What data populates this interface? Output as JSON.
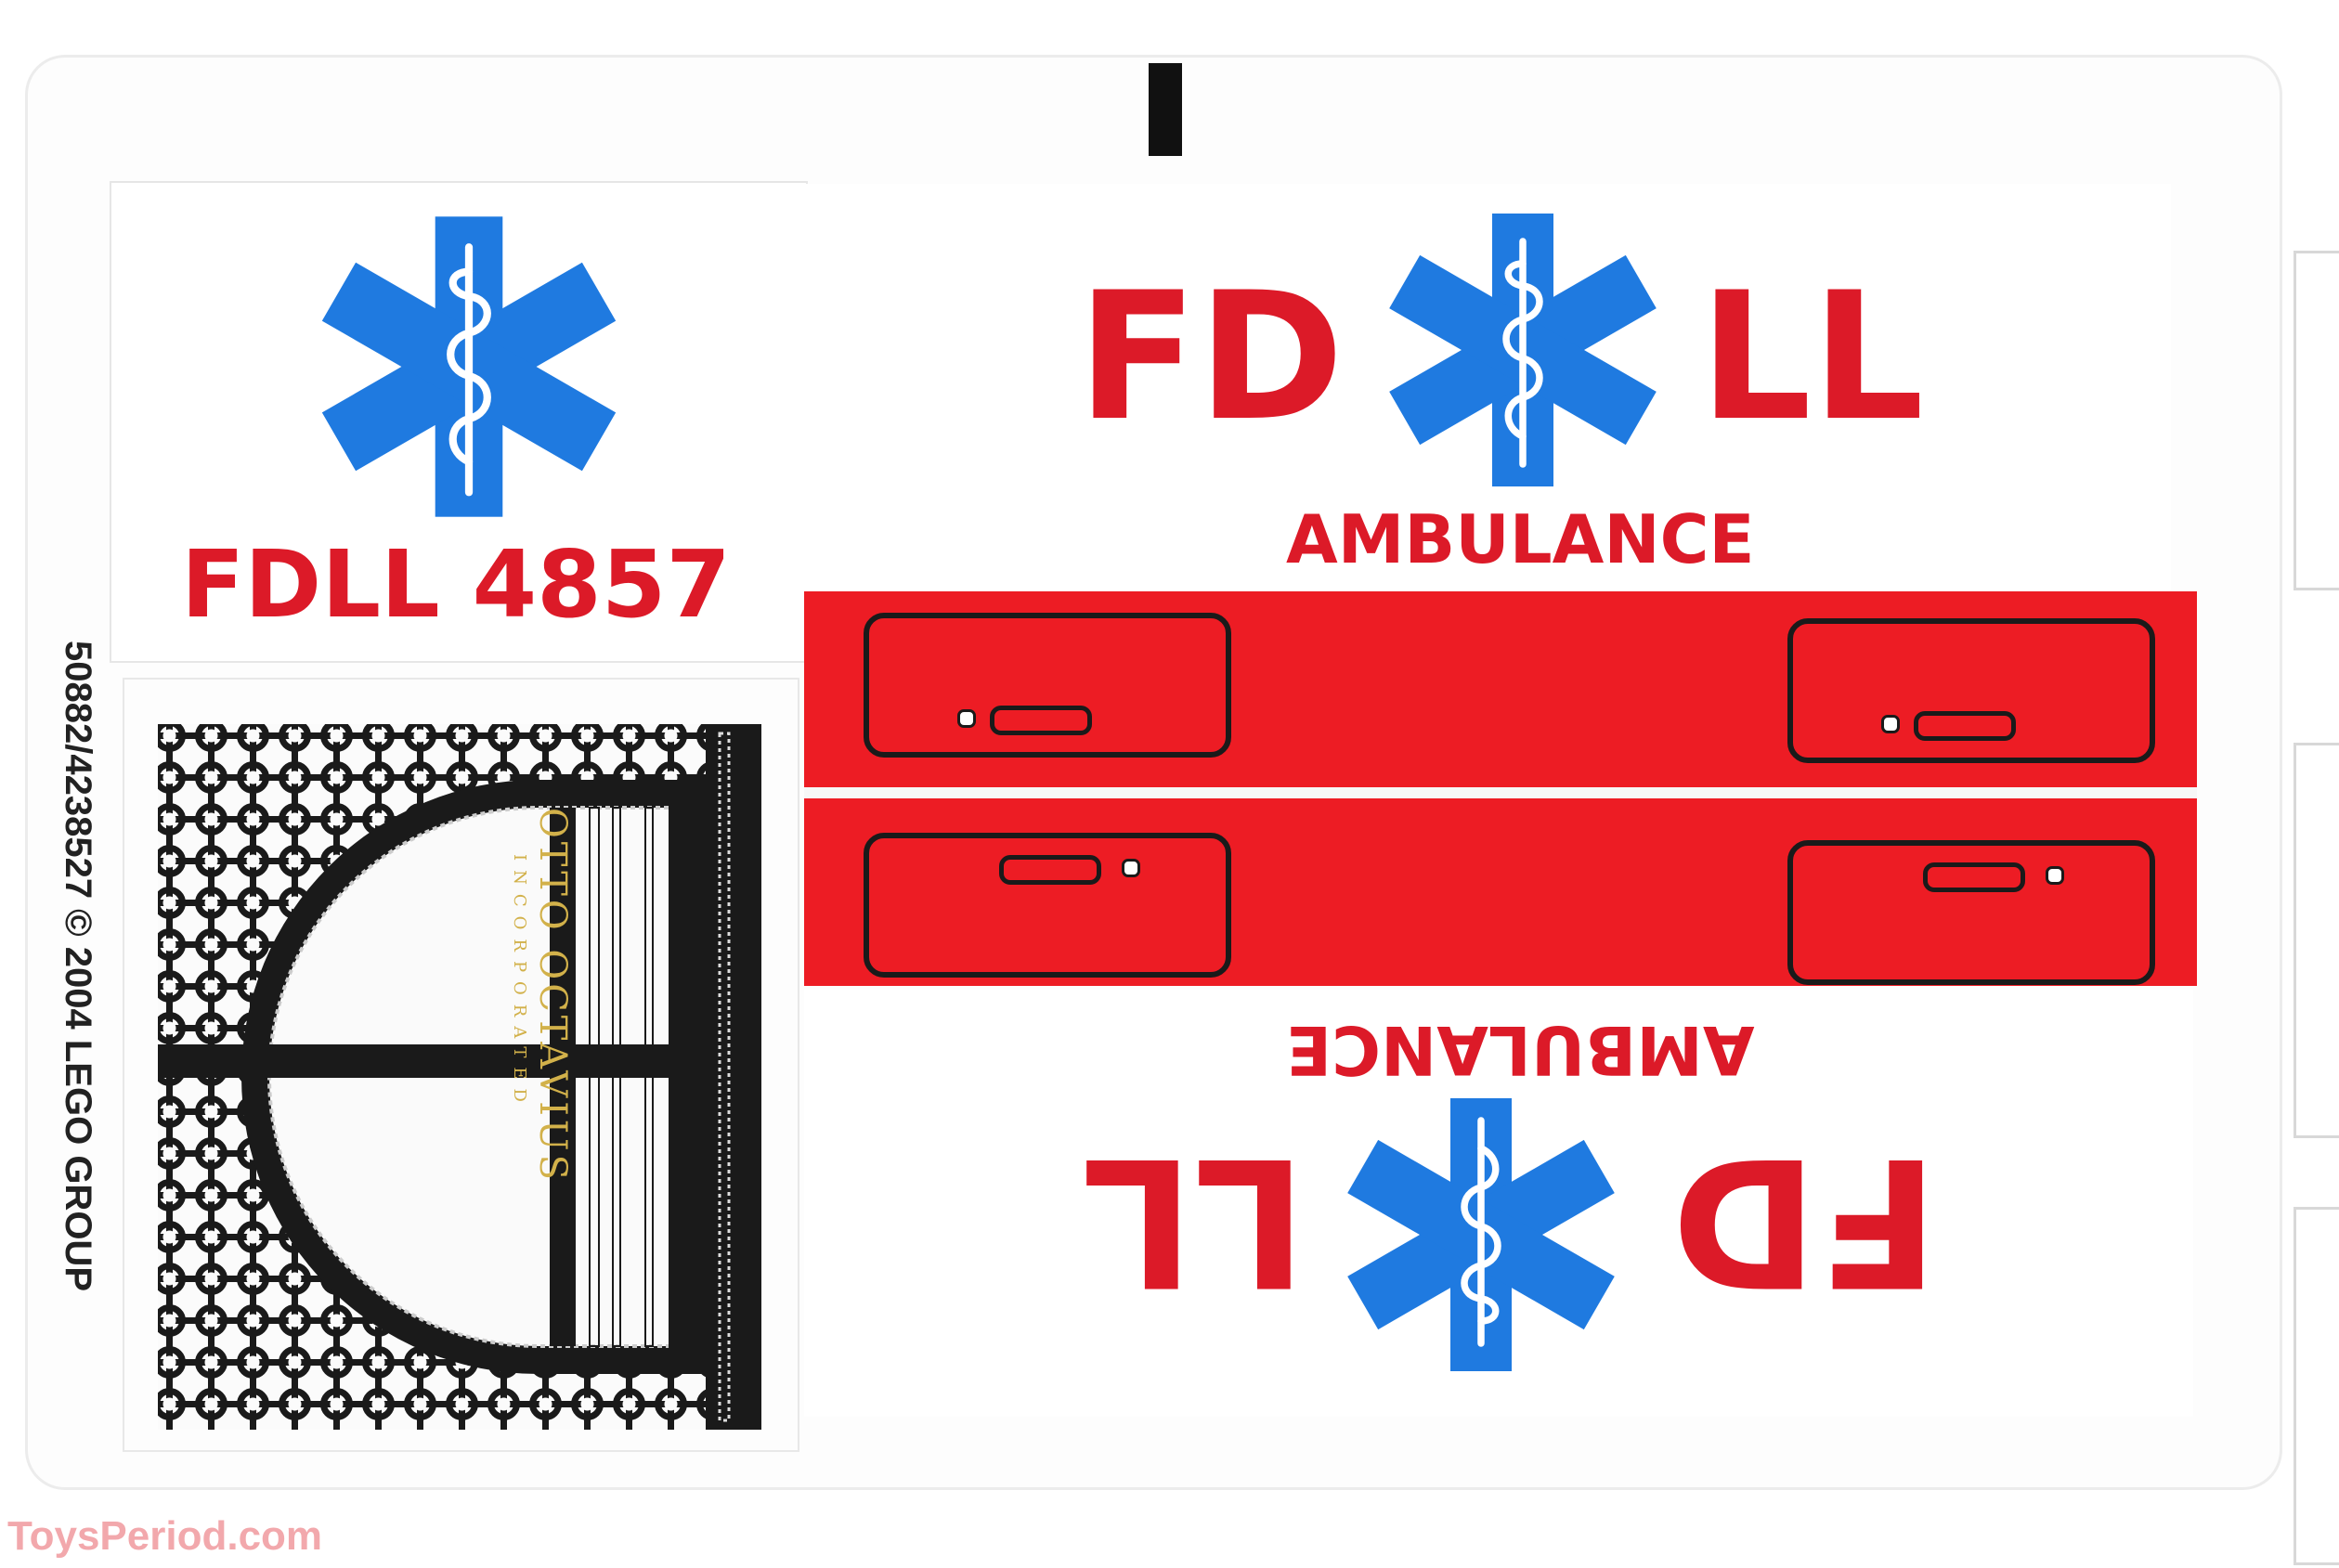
{
  "colors": {
    "red": "#ed1c24",
    "text_red": "#dc1a28",
    "star_blue": "#1f7ae0",
    "black": "#1a1a1a",
    "gold": "#d2b14a"
  },
  "sticker_sheet": {
    "code_label": "FDLL 4857",
    "top_left_letters": "FD",
    "top_right_letters": "LL",
    "top_ambulance": "AMBULANCE",
    "bottom_left_letters": "FD",
    "bottom_right_letters": "LL",
    "bottom_ambulance": "AMBULANCE",
    "copyright": "50882/4238527 © 2004 LEGO GROUP",
    "gate_sign_main": "OTTO OCTAVIUS",
    "gate_sign_sub": "INCORPORATED"
  },
  "watermark": "ToysPeriod.com",
  "icons": [
    "star-of-life-icon",
    "rod-of-asclepius-icon"
  ]
}
